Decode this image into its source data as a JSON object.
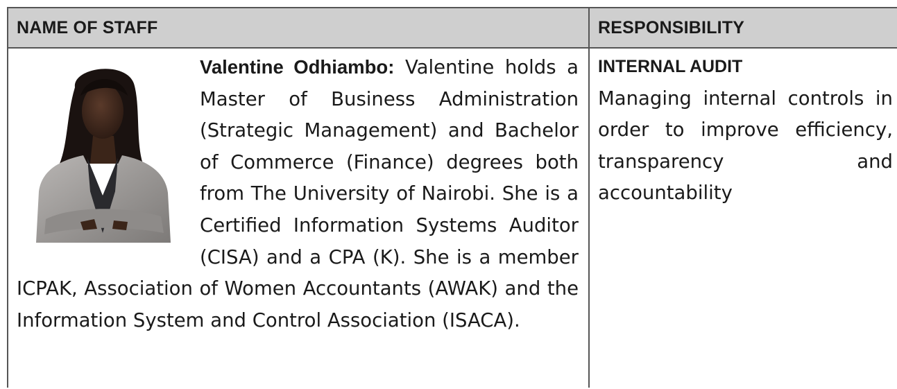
{
  "table": {
    "header": {
      "name_col": "NAME OF STAFF",
      "resp_col": "RESPONSIBILITY"
    },
    "rows": [
      {
        "staff_name": "Valentine Odhiambo:",
        "bio": "Valentine holds a Master of Business Administration (Strategic Management) and Bachelor of Commerce (Finance) degrees both from The University of Nairobi. She is a Certified Information Systems Auditor (CISA) and a CPA (K). She is a member ICPAK, Association of Women Accountants (AWAK) and the Information System and Control Association (ISACA).",
        "photo_icon": "staff-portrait-photo",
        "responsibility_title": "INTERNAL AUDIT",
        "responsibility_text": "Managing internal controls in order to improve efficiency, transparency and accountability"
      }
    ]
  },
  "colors": {
    "header_bg": "#cfcfcf",
    "border": "#555555",
    "text": "#1a1a1a"
  }
}
